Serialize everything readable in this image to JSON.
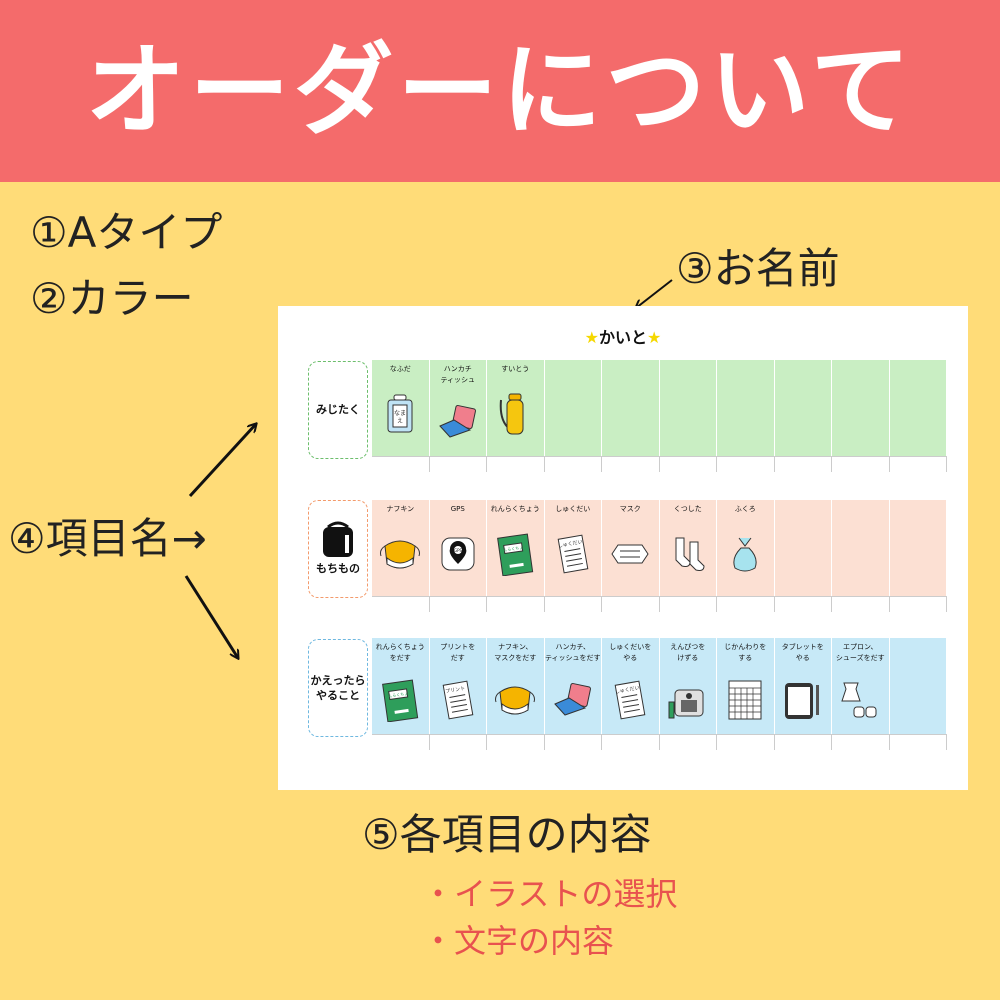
{
  "header": {
    "title": "オーダーについて"
  },
  "labels": {
    "type": "①Aタイプ",
    "color": "②カラー",
    "name": "③お名前",
    "items": "④項目名→",
    "contents": "⑤各項目の内容",
    "sub1": "・イラストの選択",
    "sub2": "・文字の内容"
  },
  "card": {
    "star_left": "★",
    "name": "かいと",
    "star_right": "★",
    "rows": [
      {
        "label": "みじたく",
        "bg": "#C9EEC3",
        "border": "#6CBE6C",
        "icon": "none",
        "cells": [
          {
            "text": "なふだ",
            "icon": "name-tag-icon"
          },
          {
            "text": "ハンカチ\nティッシュ",
            "icon": "handkerchief-icon"
          },
          {
            "text": "すいとう",
            "icon": "water-bottle-icon"
          },
          {
            "text": "",
            "icon": ""
          },
          {
            "text": "",
            "icon": ""
          },
          {
            "text": "",
            "icon": ""
          },
          {
            "text": "",
            "icon": ""
          },
          {
            "text": "",
            "icon": ""
          },
          {
            "text": "",
            "icon": ""
          },
          {
            "text": "",
            "icon": ""
          }
        ]
      },
      {
        "label": "もちもの",
        "bg": "#FCE0D3",
        "border": "#F39A6B",
        "icon": "backpack-icon",
        "cells": [
          {
            "text": "ナフキン",
            "icon": "napkin-bag-icon"
          },
          {
            "text": "GPS",
            "icon": "gps-icon"
          },
          {
            "text": "れんらくちょう",
            "icon": "notebook-icon"
          },
          {
            "text": "しゅくだい",
            "icon": "homework-icon"
          },
          {
            "text": "マスク",
            "icon": "mask-icon"
          },
          {
            "text": "くつした",
            "icon": "socks-icon"
          },
          {
            "text": "ふくろ",
            "icon": "bag-icon"
          },
          {
            "text": "",
            "icon": ""
          },
          {
            "text": "",
            "icon": ""
          },
          {
            "text": "",
            "icon": ""
          }
        ]
      },
      {
        "label": "かえったら\nやること",
        "bg": "#C7E9F7",
        "border": "#6EB8E0",
        "icon": "none",
        "cells": [
          {
            "text": "れんらくちょう\nをだす",
            "icon": "notebook-icon"
          },
          {
            "text": "プリントを\nだす",
            "icon": "print-icon"
          },
          {
            "text": "ナフキン、\nマスクをだす",
            "icon": "napkin-bag-icon"
          },
          {
            "text": "ハンカチ、\nティッシュをだす",
            "icon": "handkerchief-icon"
          },
          {
            "text": "しゅくだいを\nやる",
            "icon": "homework-icon"
          },
          {
            "text": "えんぴつを\nけずる",
            "icon": "sharpener-icon"
          },
          {
            "text": "じかんわりを\nする",
            "icon": "timetable-icon"
          },
          {
            "text": "タブレットを\nやる",
            "icon": "tablet-icon"
          },
          {
            "text": "エプロン、\nシューズをだす",
            "icon": "apron-icon"
          },
          {
            "text": "",
            "icon": ""
          }
        ]
      }
    ]
  },
  "page_text": {
    "print_label": "プリント",
    "homework_label": "しゅくだい",
    "gps_label": "GPS",
    "name_tag_text": "なまえ",
    "notebook_label": "れんらくちょう"
  }
}
